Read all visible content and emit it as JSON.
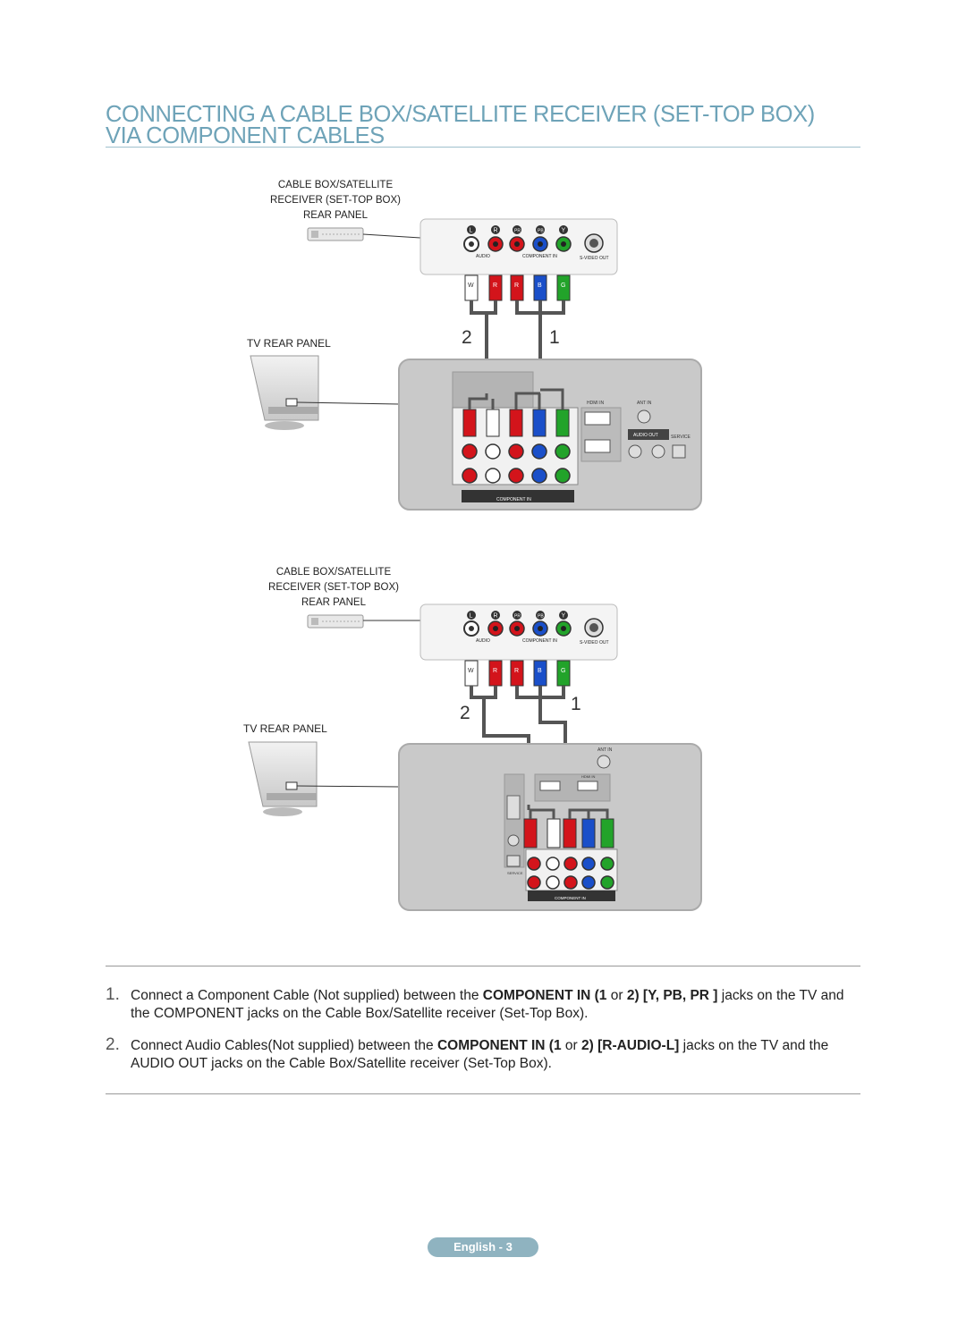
{
  "title_line1": "CONNECTING A CABLE BOX/SATELLITE RECEIVER (SET-TOP BOX)",
  "title_line2": "VIA COMPONENT CABLES",
  "diagram1": {
    "device_label_1": "CABLE BOX/SATELLITE",
    "device_label_2": "RECEIVER (SET-TOP BOX)",
    "device_label_3": "REAR PANEL",
    "tv_label": "TV REAR PANEL",
    "num_2": "2",
    "num_1": "1"
  },
  "diagram2": {
    "device_label_1": "CABLE BOX/SATELLITE",
    "device_label_2": "RECEIVER (SET-TOP BOX)",
    "device_label_3": "REAR PANEL",
    "tv_label": "TV REAR PANEL",
    "num_2": "2",
    "num_1": "1"
  },
  "panel_labels": {
    "jacks": [
      "L",
      "R",
      "PR",
      "PB",
      "Y"
    ],
    "audio": "AUDIO",
    "component_in": "COMPONENT IN",
    "svideo_out": "S-VIDEO OUT",
    "plug_letters": [
      "W",
      "R",
      "R",
      "B",
      "G"
    ],
    "hdmi_in": "HDMI IN",
    "ant_in": "ANT IN",
    "audio_out": "AUDIO OUT",
    "service": "SERVICE",
    "tv_component_in": "COMPONENT IN"
  },
  "steps": [
    {
      "num": "1.",
      "a": "Connect a Component Cable (Not supplied) between the ",
      "b": "COMPONENT IN (1",
      "c": " or ",
      "d": "2) [Y, PB, PR ]",
      "e": " jacks on the TV and the COMPONENT jacks on the Cable Box/Satellite receiver (Set-Top Box)."
    },
    {
      "num": "2.",
      "a": "Connect Audio Cables(Not supplied) between the ",
      "b": "COMPONENT IN (1",
      "c": " or ",
      "d": "2) [R-AUDIO-L]",
      "e": " jacks on the TV and the AUDIO OUT jacks on the Cable Box/Satellite receiver (Set-Top Box)."
    }
  ],
  "footer": "English - 3",
  "colors": {
    "title": "#6ea3b8",
    "white_plug": "#ffffff",
    "red_plug": "#d3141b",
    "blue_plug": "#1a4fc9",
    "green_plug": "#22a32a"
  }
}
